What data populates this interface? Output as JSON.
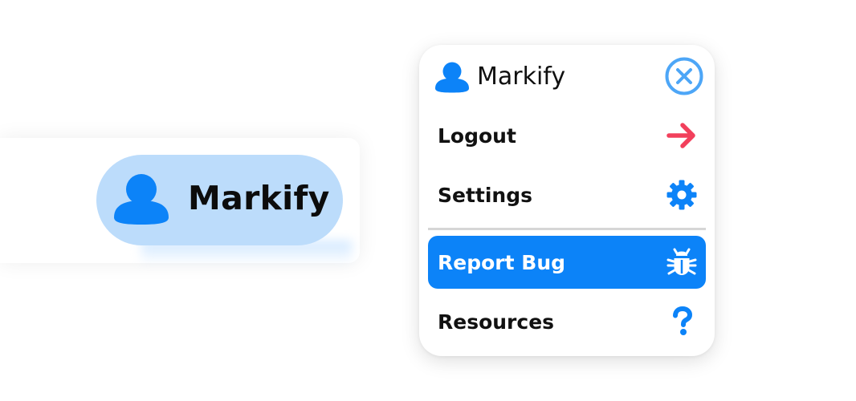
{
  "app_name": "Markify",
  "chip": {
    "label": "Markify",
    "avatar_icon": "user-avatar-icon"
  },
  "menu": {
    "header": {
      "title": "Markify",
      "avatar_icon": "user-avatar-icon",
      "close_icon": "close-circle-icon"
    },
    "items": [
      {
        "label": "Logout",
        "icon": "arrow-right-icon",
        "icon_color": "#f2405c",
        "active": false
      },
      {
        "label": "Settings",
        "icon": "gear-icon",
        "icon_color": "#0c83f8",
        "active": false
      },
      {
        "label": "Report Bug",
        "icon": "bug-icon",
        "icon_color": "#ffffff",
        "active": true
      },
      {
        "label": "Resources",
        "icon": "question-icon",
        "icon_color": "#0c83f8",
        "active": false
      }
    ]
  },
  "colors": {
    "accent": "#0c83f8",
    "chip_background": "#bcdcfb",
    "logout_arrow": "#f2405c",
    "close_icon": "#4da6f7",
    "divider": "#d6d6d6"
  }
}
